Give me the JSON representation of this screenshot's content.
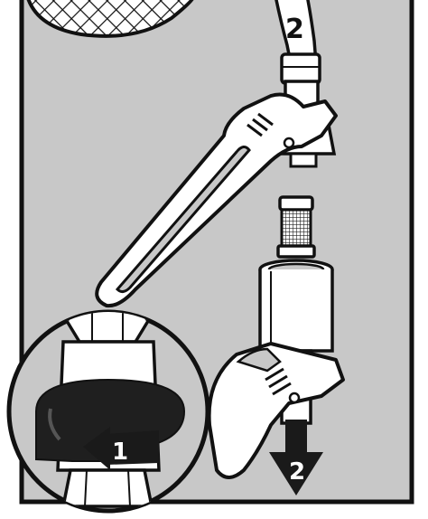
{
  "figure": {
    "callouts": [
      {
        "id": "step1-label",
        "text": "1"
      },
      {
        "id": "step2-top-label",
        "text": "2"
      },
      {
        "id": "step2-bottom-label",
        "text": "2"
      }
    ]
  },
  "colors": {
    "panel": "#c8c8c8",
    "outline": "#111111",
    "metal": "#ffffff",
    "arrow": "#1a1a1a"
  }
}
